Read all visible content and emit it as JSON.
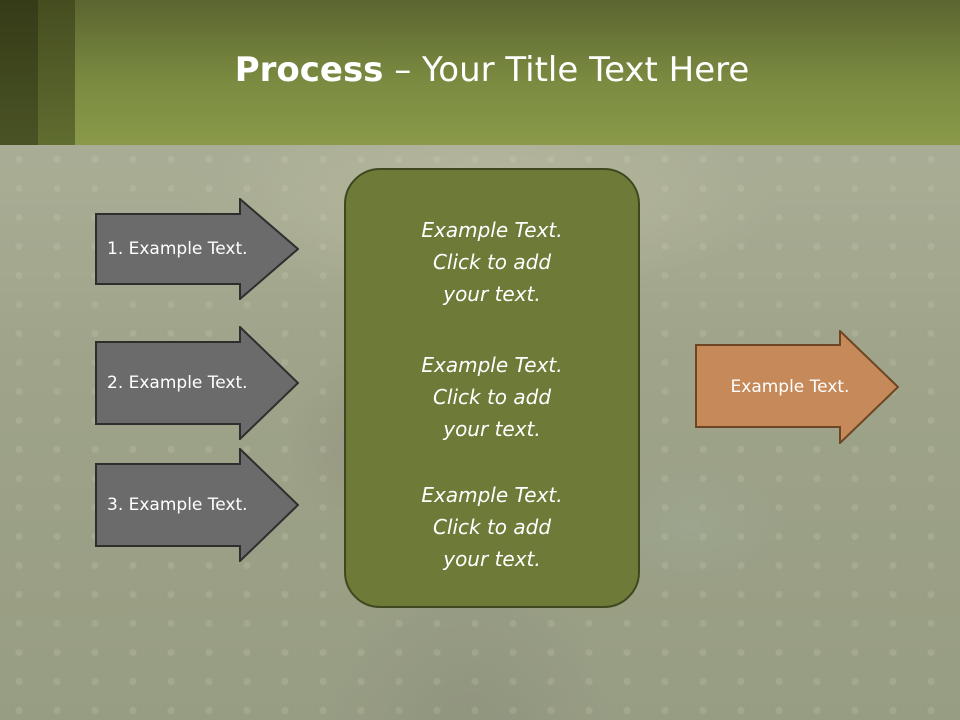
{
  "slide": {
    "title_bold": "Process",
    "title_rest": " – Your Title Text Here"
  },
  "inputs": [
    {
      "label": "1. Example Text."
    },
    {
      "label": "2. Example Text."
    },
    {
      "label": "3. Example Text."
    }
  ],
  "center": {
    "blocks": [
      {
        "line1": "Example Text.",
        "line2": "Click  to add",
        "line3": "your text."
      },
      {
        "line1": "Example Text.",
        "line2": "Click  to add",
        "line3": "your text."
      },
      {
        "line1": "Example Text.",
        "line2": "Click  to add",
        "line3": "your text."
      }
    ]
  },
  "output": {
    "label": "Example Text."
  },
  "colors": {
    "header": "#7a8a40",
    "input_arrow": "#6b6b6b",
    "center_box": "#6e7a38",
    "output_arrow": "#c68a5a"
  }
}
